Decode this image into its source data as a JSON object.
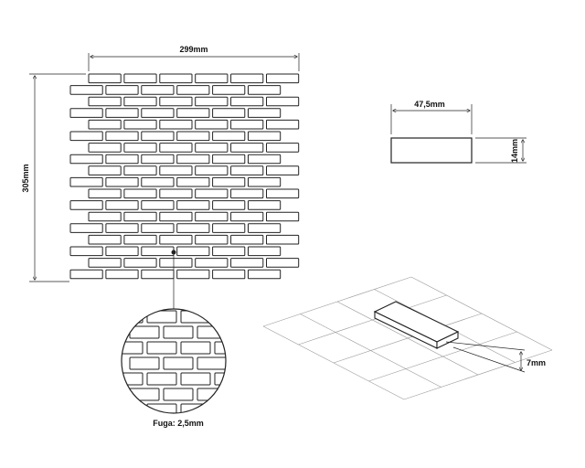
{
  "panel_dimensions": {
    "width_label": "299mm",
    "height_label": "305mm"
  },
  "tile_dimensions": {
    "length_label": "47,5mm",
    "height_label": "14mm",
    "thickness_label": "7mm"
  },
  "detail": {
    "joint_label": "Fuga: 2,5mm"
  }
}
